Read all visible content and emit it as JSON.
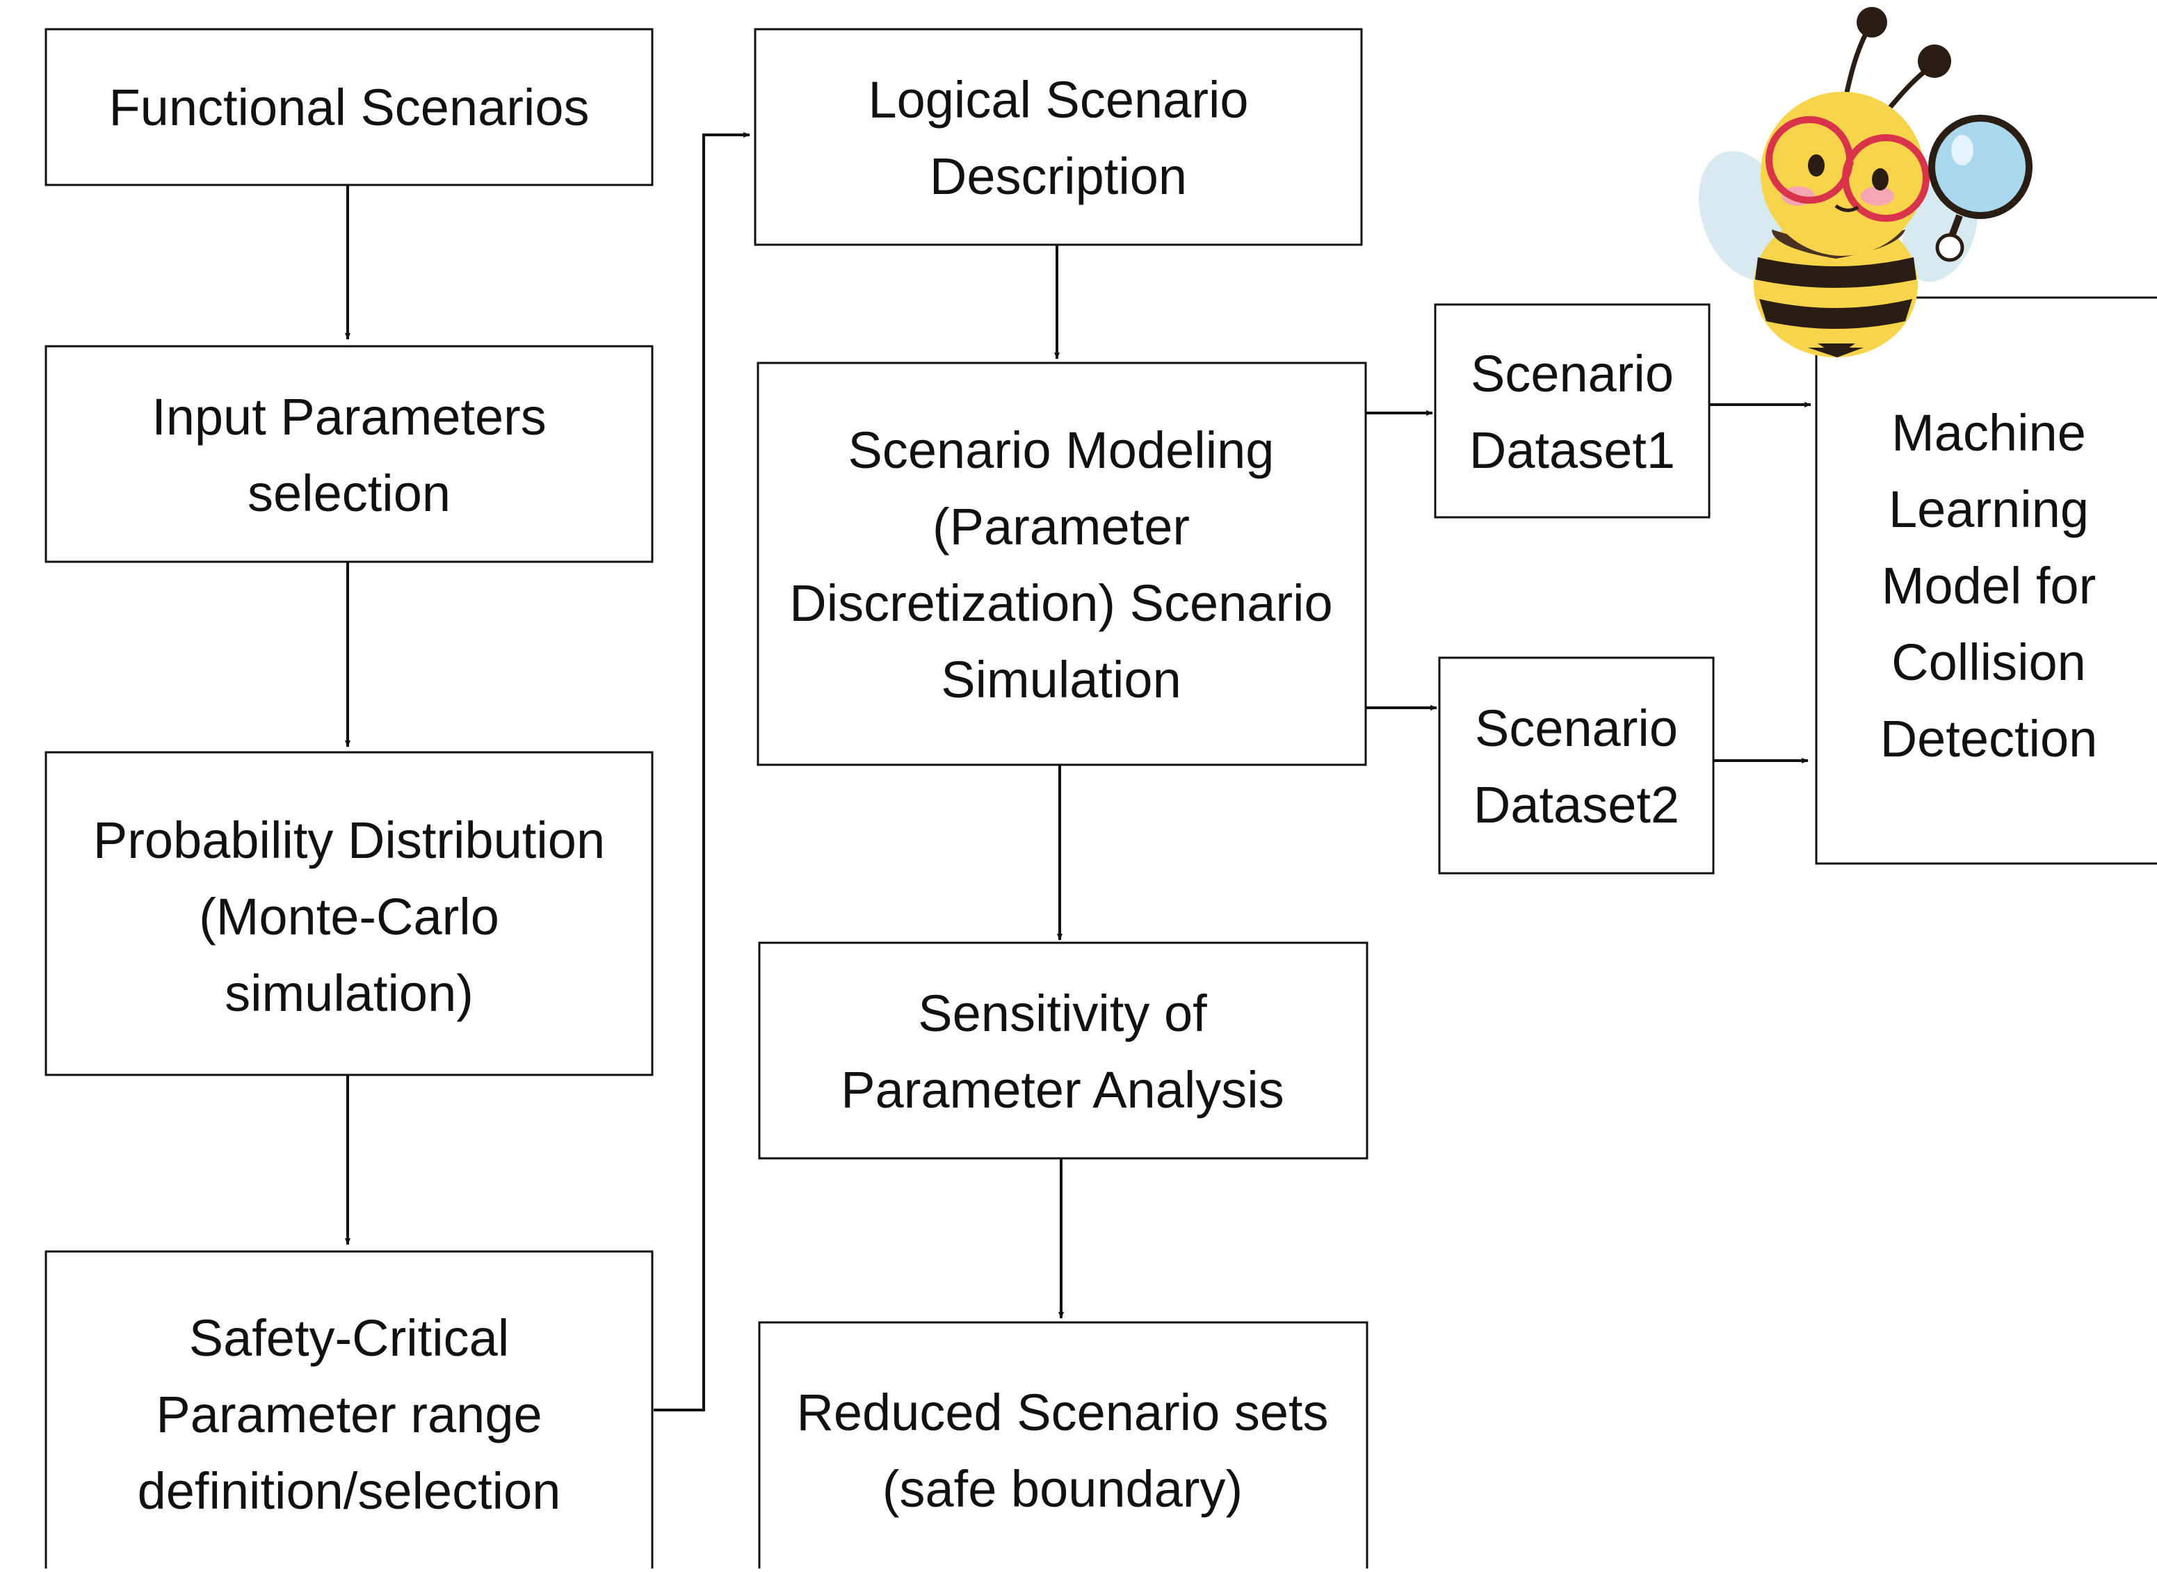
{
  "colors": {
    "stroke": "#111111",
    "background": "#ffffff",
    "bee_body": "#f7d44a",
    "bee_stripe": "#2a1e14",
    "bee_wing": "#cfe6ec",
    "glasses": "#d8334a",
    "cheek": "#f6a6b2",
    "lens": "#a9d8ee"
  },
  "boxes": {
    "functional_scenarios": [
      "Functional Scenarios"
    ],
    "input_parameters": [
      "Input Parameters",
      "selection"
    ],
    "probability_distribution": [
      "Probability Distribution",
      "(Monte-Carlo",
      "simulation)"
    ],
    "safety_critical": [
      "Safety-Critical",
      "Parameter range",
      "definition/selection"
    ],
    "logical_scenario": [
      "Logical Scenario",
      "Description"
    ],
    "scenario_modeling": [
      "Scenario Modeling",
      "(Parameter",
      "Discretization) Scenario",
      "Simulation"
    ],
    "sensitivity": [
      "Sensitivity of",
      "Parameter Analysis"
    ],
    "reduced_sets": [
      "Reduced Scenario sets",
      "(safe boundary)"
    ],
    "dataset1": [
      "Scenario",
      "Dataset1"
    ],
    "dataset2": [
      "Scenario",
      "Dataset2"
    ],
    "ml_model": [
      "Machine",
      "Learning",
      "Model for",
      "Collision",
      "Detection"
    ]
  },
  "mascot": {
    "icon": "bee-with-magnifier-icon"
  }
}
